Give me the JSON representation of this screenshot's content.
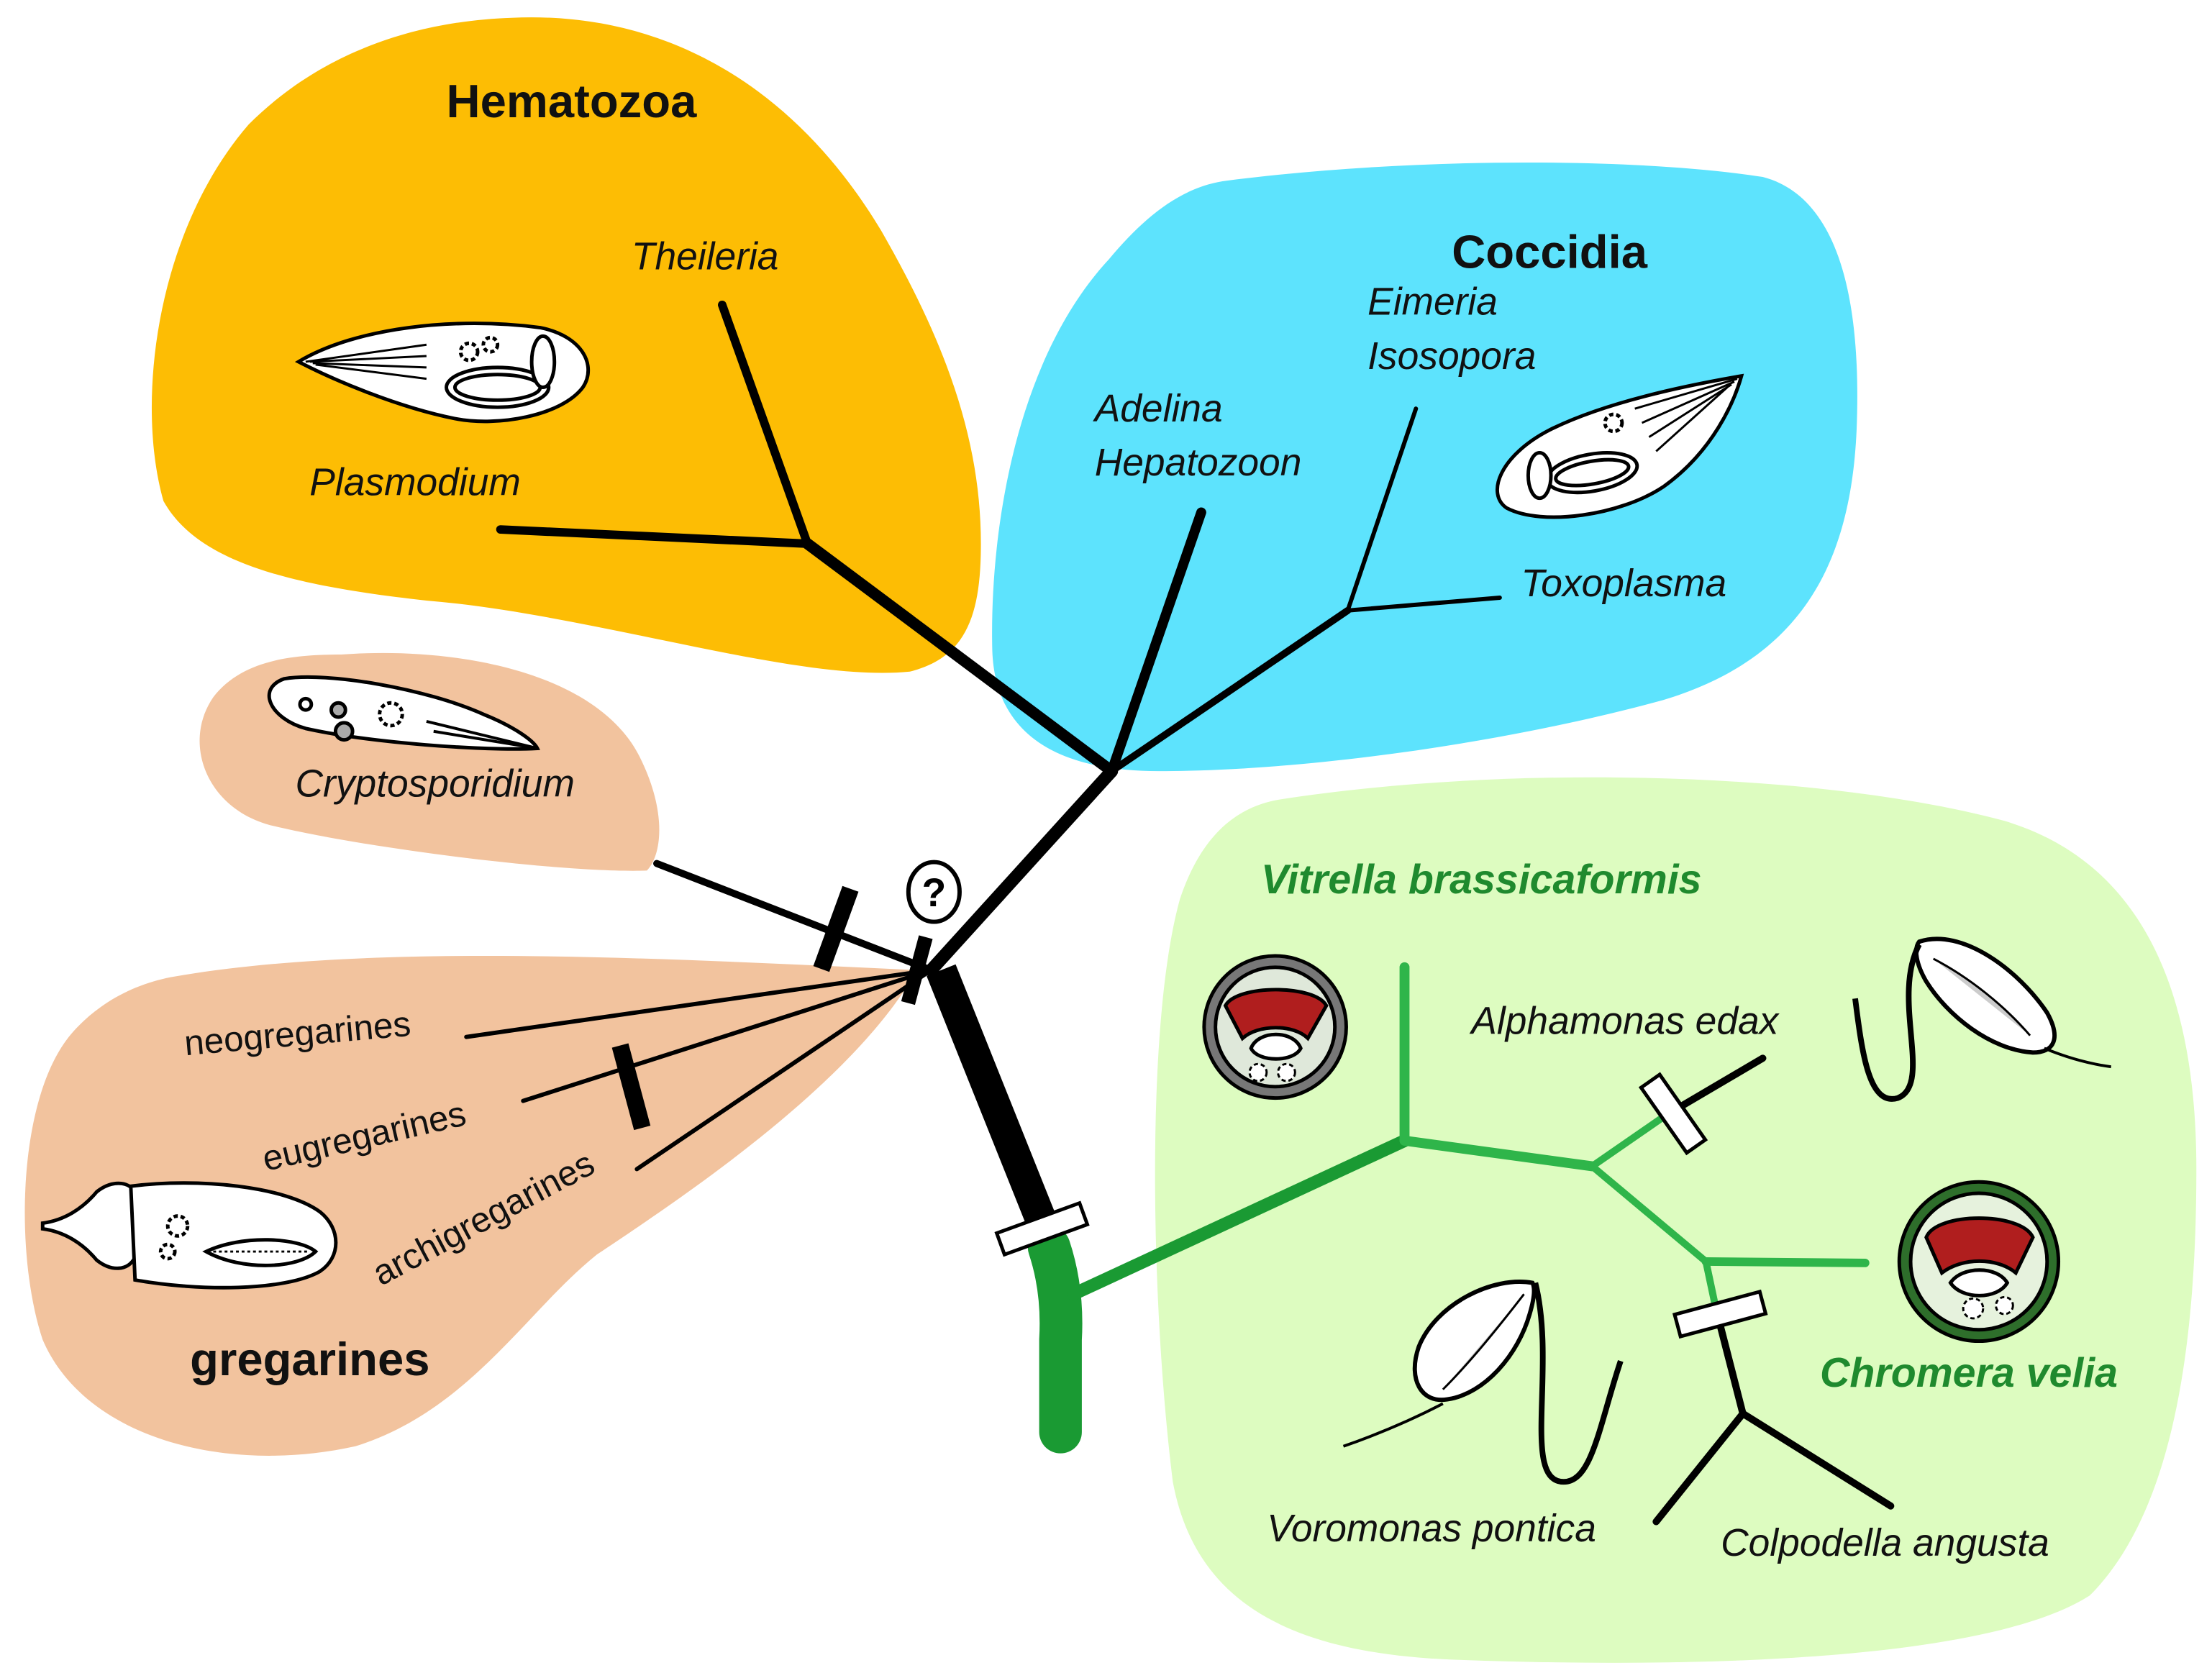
{
  "colors": {
    "hematozoa_fill": "#fdbd04",
    "coccidia_fill": "#5de3fd",
    "gregarine_fill": "#f2c39e",
    "chromerid_fill": "#ddfcc0",
    "branch_black": "#000000",
    "branch_green": "#1a9a33",
    "branch_green_light": "#2fb54a",
    "label_green": "#1f8a2e",
    "plastid_red": "#b01e1e"
  },
  "clades": {
    "hematozoa": "Hematozoa",
    "coccidia": "Coccidia",
    "gregarines": "gregarines"
  },
  "taxa": {
    "theileria": "Theileria",
    "plasmodium": "Plasmodium",
    "eimeria": "Eimeria",
    "isosopora": "Isosopora",
    "adelina": "Adelina",
    "hepatozoon": "Hepatozoon",
    "toxoplasma": "Toxoplasma",
    "cryptosporidium": "Cryptosporidium",
    "neogregarines": "neogregarines",
    "eugregarines": "eugregarines",
    "archigregarines": "archigregarines",
    "vitrella": "Vitrella brassicaformis",
    "alphamonas": "Alphamonas edax",
    "chromera": "Chromera velia",
    "voromonas": "Voromonas pontica",
    "colpodella": "Colpodella angusta"
  },
  "markers": {
    "uncertain_symbol": "?"
  },
  "icons": [
    "hematozoa-cell-icon",
    "coccidia-cell-icon",
    "cryptosporidium-cell-icon",
    "gregarine-cell-icon",
    "vitrella-cyst-icon",
    "chromera-cyst-icon",
    "alphamonas-cell-icon",
    "voromonas-cell-icon"
  ]
}
